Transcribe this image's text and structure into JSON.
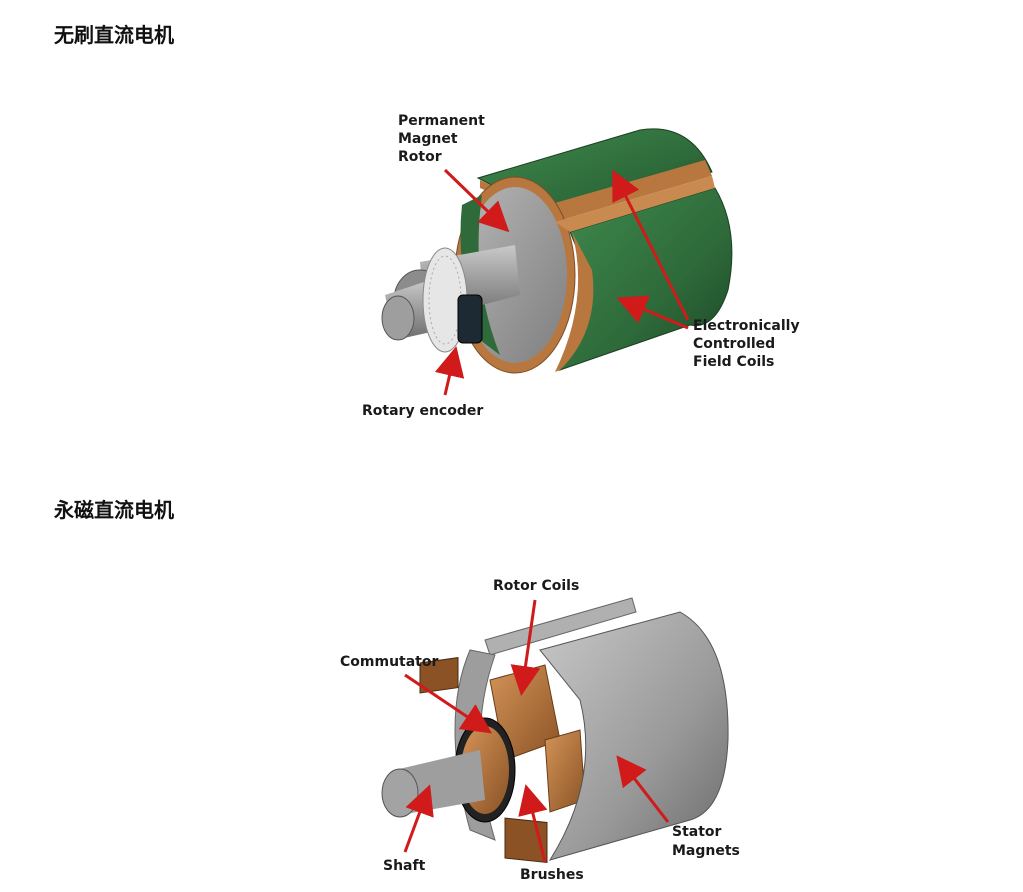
{
  "sections": [
    {
      "title": "无刷直流电机",
      "labels": {
        "rotor": [
          "Permanent",
          "Magnet",
          "Rotor"
        ],
        "coils": [
          "Electronically",
          "Controlled",
          "Field Coils"
        ],
        "encoder": "Rotary encoder"
      }
    },
    {
      "title": "永磁直流电机",
      "labels": {
        "rotor_coils": "Rotor Coils",
        "commutator": "Commutator",
        "stator": [
          "Stator",
          "Magnets"
        ],
        "shaft": "Shaft",
        "brushes": "Brushes"
      }
    }
  ],
  "colors": {
    "coil_green": "#2e6a3a",
    "copper": "#b8773f",
    "steel": "#9a9a9a",
    "arrow_red": "#d11a1a"
  }
}
